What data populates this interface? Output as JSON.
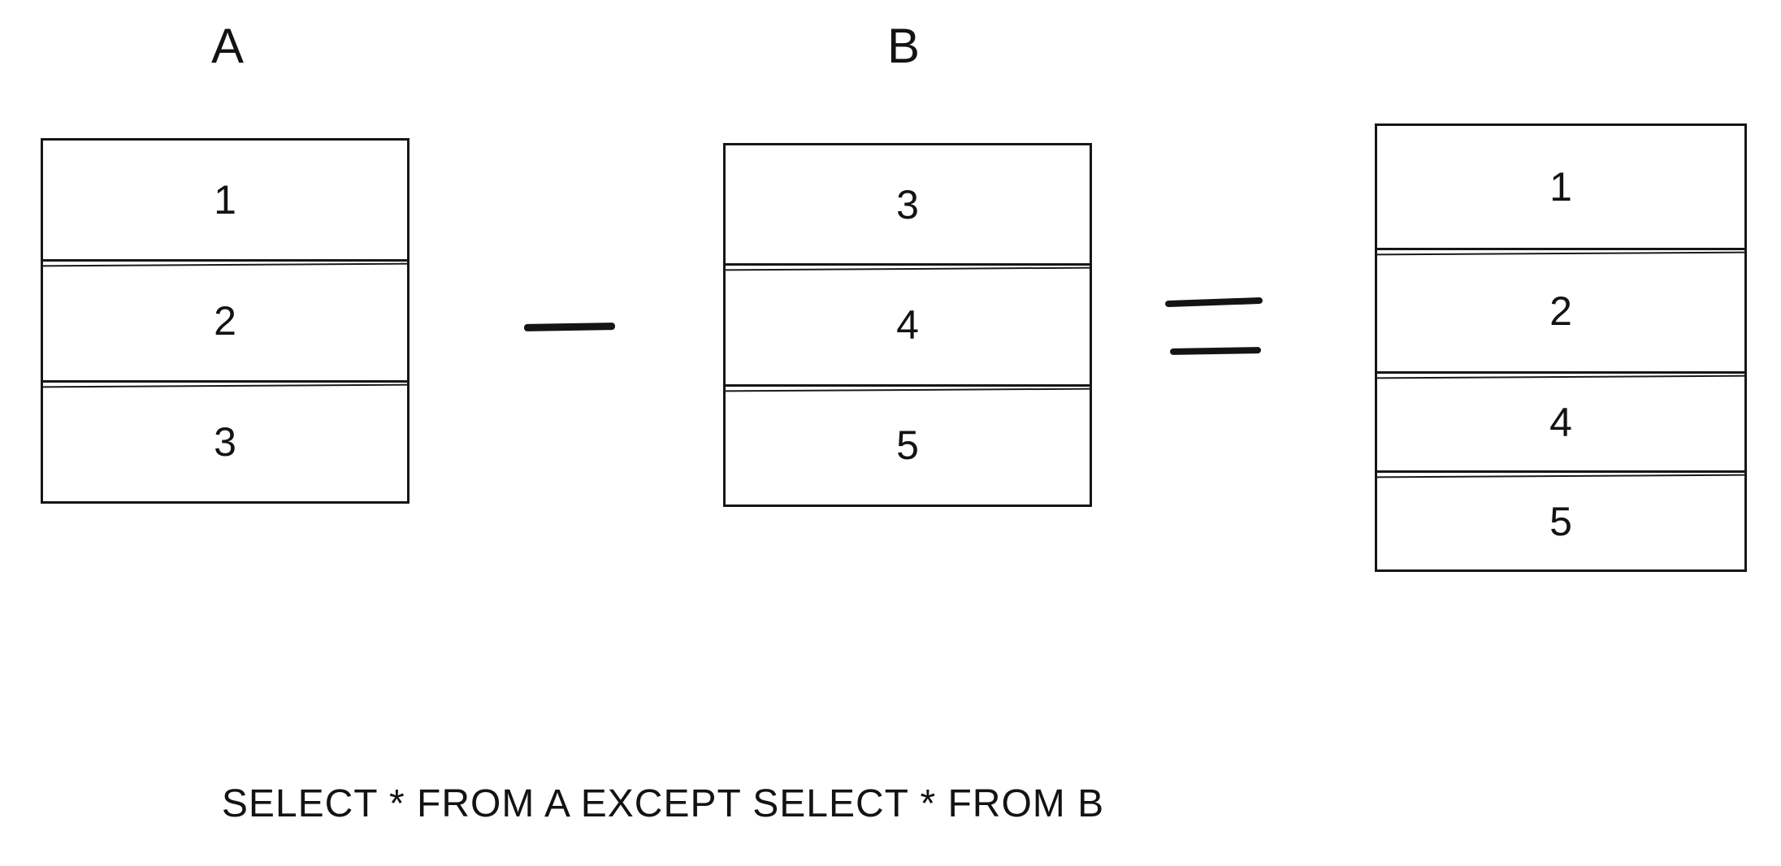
{
  "diagram": {
    "tables": {
      "a": {
        "label": "A",
        "rows": [
          "1",
          "2",
          "3"
        ]
      },
      "b": {
        "label": "B",
        "rows": [
          "3",
          "4",
          "5"
        ]
      },
      "result": {
        "rows": [
          "1",
          "2",
          "4",
          "5"
        ]
      }
    },
    "operators": {
      "minus": "−",
      "equals": "="
    },
    "caption": "SELECT * FROM A EXCEPT SELECT * FROM B",
    "colors": {
      "stroke": "#161616",
      "background": "#ffffff",
      "text": "#131313"
    }
  }
}
